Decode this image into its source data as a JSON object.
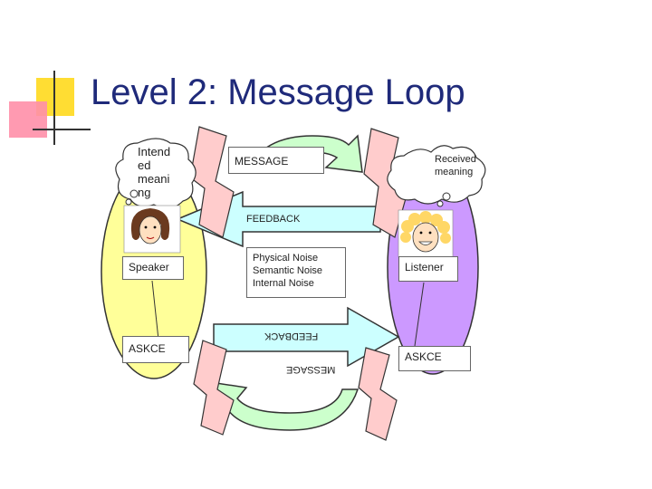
{
  "slide": {
    "title": "Level 2: Message Loop"
  },
  "speaker": {
    "thought": "Intend\ned\nmeani\nng",
    "label": "Speaker",
    "askce": "ASKCE"
  },
  "listener": {
    "thought": "Received\nmeaning",
    "label": "Listener",
    "askce": "ASKCE"
  },
  "flows": {
    "message_top": "MESSAGE",
    "feedback_top": "FEEDBACK",
    "feedback_bottom": "FEEDBACK",
    "message_bottom": "MESSAGE"
  },
  "noise": {
    "lines": [
      "Physical Noise",
      "Semantic Noise",
      "Internal Noise"
    ]
  },
  "colors": {
    "title": "#1f2a7a",
    "speaker_fill": "#ffff99",
    "listener_fill": "#cc99ff",
    "arrow_green": "#ccffcc",
    "arrow_blue": "#ccffff",
    "bolt_pink": "#ffcccc",
    "deco_yellow": "#ffdd33",
    "deco_pink": "#ff7f9f"
  }
}
